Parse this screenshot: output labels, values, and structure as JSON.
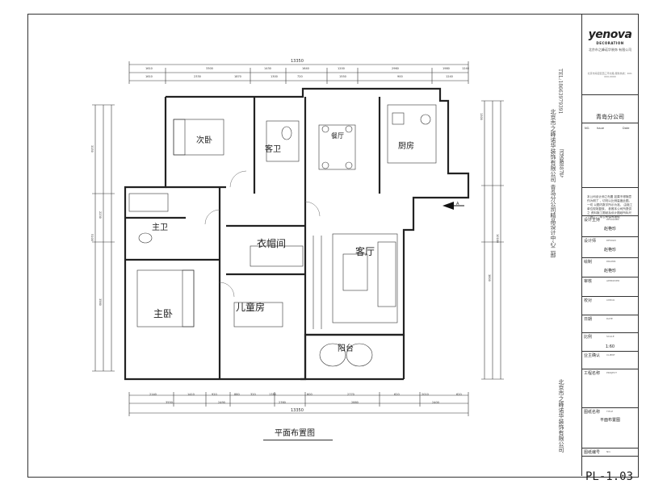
{
  "plan_title": "平面布置图",
  "drawing_number": "PL-1.03",
  "dimensions": {
    "top_overall": "13350",
    "top_row_1": [
      "1610",
      "3300",
      "1430",
      "1640",
      "1200",
      "2960",
      "1980",
      "1240"
    ],
    "top_row_2": [
      "1610",
      "2330",
      "1870",
      "1300",
      "720",
      "1550",
      "900",
      "1240"
    ],
    "bottom_row_1": [
      "2140",
      "1410",
      "920",
      "880",
      "320",
      "1780",
      "600",
      "2770",
      "620",
      "2010",
      "620"
    ],
    "bottom_row_2": [
      "3550",
      "2490",
      "2760",
      "2880",
      "2400"
    ],
    "bottom_overall": "13350",
    "left_side": [
      "3150",
      "2230",
      "5100",
      "3580"
    ],
    "right_side": [
      "1300",
      "3800",
      "10180"
    ]
  },
  "rooms": {
    "bedroom_2": "次卧",
    "guest_bath": "客卫",
    "dining": "餐厅",
    "kitchen": "厨房",
    "master_bath": "主卫",
    "cloakroom": "衣帽间",
    "living_room": "客厅",
    "master_bedroom": "主卧",
    "kids_room": "儿童房",
    "balcony": "阳台"
  },
  "callout": "A",
  "title_block": {
    "logo": "yenova",
    "logo_sub": "DECORATION",
    "company": "北京市之峰诺华装饰 有限公司",
    "address": "北京市海淀区西三环北路 服务热线：400-000-0000",
    "branch": "青岛分公司",
    "revision_labels": [
      "NO.",
      "Issue",
      "Date"
    ],
    "notes": "本公司设计师之布置 如果不得随意作为明了 ，切勿以比例量度此图。一切 以图内数字所示为准。 由施工单位现场复核， 参照本公司所提供之 资料施工图纸及设计图纸所标尺寸施工。 本公司保有版权",
    "fields": [
      {
        "label": "设计主持",
        "sub": "DESIGNER",
        "value": "赵艳珍"
      },
      {
        "label": "设计师",
        "sub": "DESIGN",
        "value": "赵艳珍"
      },
      {
        "label": "绘制",
        "sub": "DRAWN",
        "value": "赵艳珍"
      },
      {
        "label": "审核",
        "sub": "APPROVED",
        "value": ""
      },
      {
        "label": "校对",
        "sub": "CHECK",
        "value": ""
      },
      {
        "label": "日期",
        "sub": "DATE",
        "value": ""
      },
      {
        "label": "比例",
        "sub": "SCALE",
        "value": "1:60"
      },
      {
        "label": "业主确认",
        "sub": "CLIENT",
        "value": ""
      },
      {
        "label": "工程名称",
        "sub": "PROJECT",
        "value": ""
      },
      {
        "label": "图纸名称",
        "sub": "TITLE",
        "value": "平面布置图"
      },
      {
        "label": "图纸编号",
        "sub": "NO.",
        "value": ""
      }
    ],
    "vertical_text_1": "北京市之峰诺华装饰有限公司 青岛分公司精品设计中心二部",
    "vertical_text_2": "TEL:18663979391",
    "vertical_text_3": "河滨路887号",
    "vertical_text_bottom": "北京市之峰诺华装饰有限公司"
  }
}
